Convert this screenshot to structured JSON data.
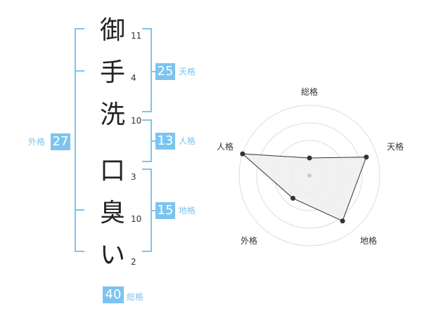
{
  "name": {
    "surname_chars": [
      "御",
      "手",
      "洗"
    ],
    "given_chars": [
      "口",
      "臭",
      "い"
    ],
    "surname_strokes": [
      "11",
      "4",
      "10"
    ],
    "given_strokes": [
      "3",
      "10",
      "2"
    ]
  },
  "fortune": {
    "tenkaku": {
      "value": "25",
      "label": "天格"
    },
    "jinkaku": {
      "value": "13",
      "label": "人格"
    },
    "chikaku": {
      "value": "15",
      "label": "地格"
    },
    "gaikaku": {
      "value": "27",
      "label": "外格"
    },
    "soukaku": {
      "value": "40",
      "label": "総格"
    }
  },
  "radar": {
    "labels": [
      "総格",
      "天格",
      "地格",
      "外格",
      "人格"
    ],
    "values": [
      0.25,
      0.85,
      0.8,
      0.4,
      1.0
    ]
  },
  "colors": {
    "accent": "#7cc4ef",
    "grid": "#dddddd",
    "area": "#efefef"
  }
}
